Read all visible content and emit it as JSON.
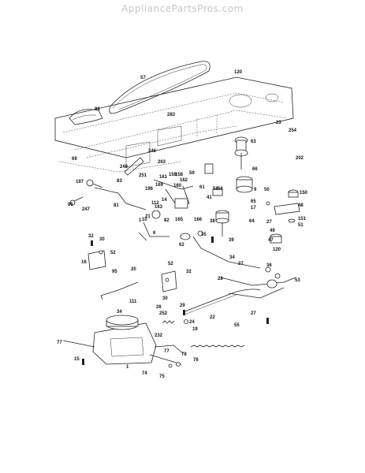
{
  "watermark": "AppliancePartsPros.com",
  "labels": [
    "57",
    "120",
    "89",
    "283",
    "23",
    "254",
    "63",
    "69",
    "246",
    "263",
    "248",
    "251",
    "59",
    "66",
    "202",
    "197",
    "83",
    "161",
    "159",
    "158",
    "169",
    "196",
    "162",
    "160",
    "61",
    "56",
    "41",
    "9",
    "58",
    "50",
    "150",
    "85",
    "247",
    "81",
    "112",
    "14",
    "163",
    "165",
    "65",
    "17",
    "27",
    "48",
    "21",
    "10",
    "1",
    "82",
    "166",
    "38",
    "64",
    "49",
    "151",
    "51",
    "47",
    "120",
    "6",
    "62",
    "35",
    "39",
    "32",
    "30",
    "52",
    "16",
    "37",
    "34",
    "36",
    "95",
    "52",
    "32",
    "28",
    "53",
    "30",
    "29",
    "252",
    "27",
    "232",
    "24",
    "19",
    "22",
    "55",
    "77",
    "77",
    "15",
    "78",
    "74",
    "75",
    "76",
    "1",
    "26",
    "34",
    "20",
    "111"
  ]
}
